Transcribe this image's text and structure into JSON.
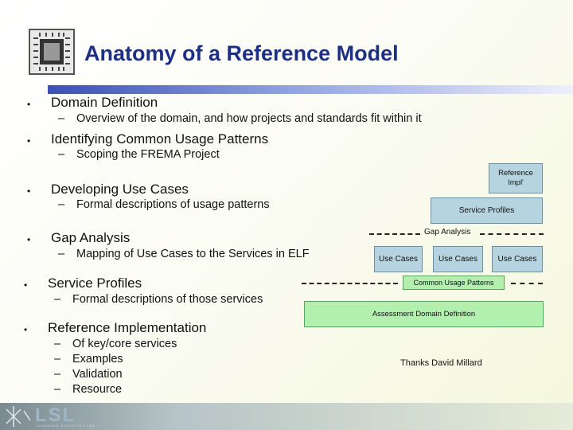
{
  "title": "Anatomy of a Reference Model",
  "bullets": [
    {
      "text": "Domain Definition",
      "subs": [
        "Overview of the domain, and how projects and standards fit within it"
      ]
    },
    {
      "text": "Identifying Common Usage Patterns",
      "subs": [
        "Scoping the FREMA Project"
      ]
    },
    {
      "text": "Developing Use Cases",
      "subs": [
        "Formal descriptions of usage patterns"
      ]
    },
    {
      "text": "Gap Analysis",
      "subs": [
        "Mapping of Use Cases to the Services in ELF"
      ]
    },
    {
      "text": "Service Profiles",
      "subs": [
        "Formal descriptions of those services"
      ]
    },
    {
      "text": "Reference Implementation",
      "subs": [
        "Of key/core services",
        "Examples",
        "Validation",
        "Resource"
      ]
    }
  ],
  "bullet_symbol": "•",
  "dash_symbol": "–",
  "diagram": {
    "reference_impl": "Reference Impl'",
    "service_profiles": "Service Profiles",
    "gap_analysis": "Gap Analysis",
    "use_cases": [
      "Use Cases",
      "Use Cases",
      "Use Cases"
    ],
    "common_usage_patterns": "Common Usage Patterns",
    "assessment_domain_definition": "Assessment Domain Definition"
  },
  "credit": "Thanks David Millard",
  "footer_logo": {
    "text": "LSL",
    "subtitle": "LEARNING SOCIETIES LAB"
  },
  "colors": {
    "title": "#1e2f86",
    "blue_box": "#b6d4df",
    "green_box": "#b2f0b0"
  }
}
